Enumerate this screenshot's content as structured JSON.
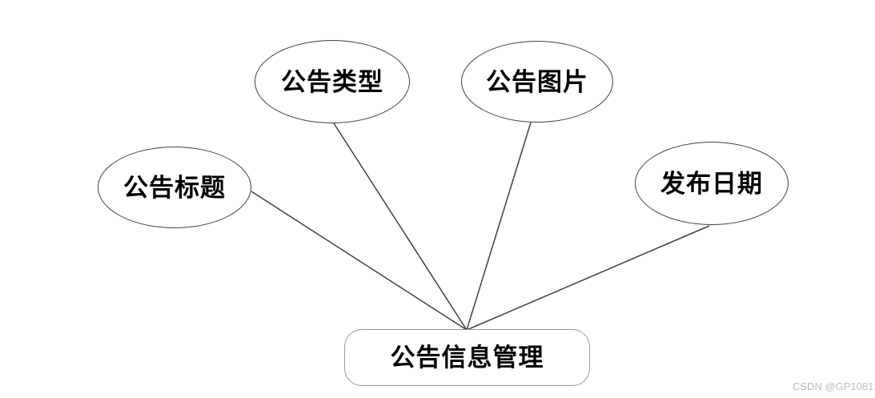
{
  "diagram": {
    "entity": {
      "label": "公告信息管理"
    },
    "attributes": [
      {
        "id": "announcement-title",
        "label": "公告标题"
      },
      {
        "id": "announcement-type",
        "label": "公告类型"
      },
      {
        "id": "announcement-image",
        "label": "公告图片"
      },
      {
        "id": "publish-date",
        "label": "发布日期"
      }
    ],
    "colors": {
      "ellipse_stroke": "#404040",
      "connector": "#404040",
      "entity_stroke": "#9a9a9a",
      "text": "#000000"
    }
  },
  "watermark": {
    "text": "CSDN @GP1081",
    "color": "#b9bdbf"
  }
}
